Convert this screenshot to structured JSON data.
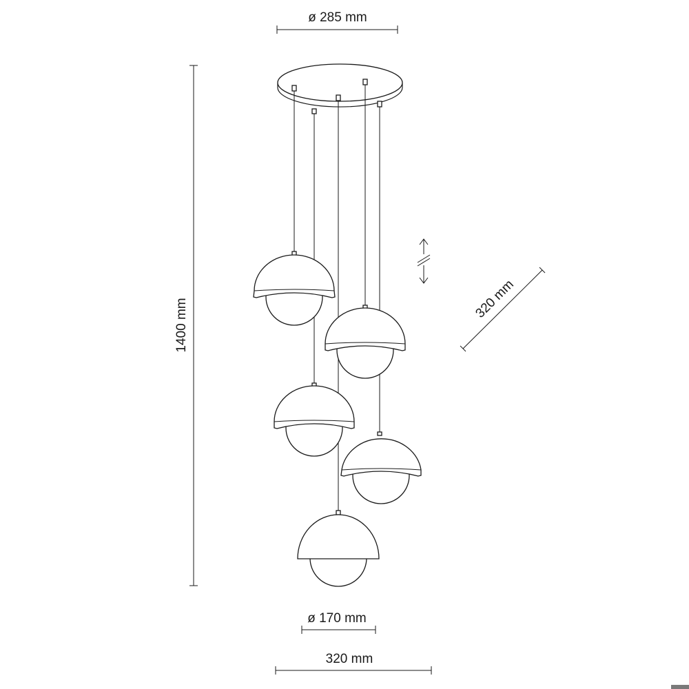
{
  "dimensions": {
    "canopy_diameter": "ø 285 mm",
    "total_height": "1400 mm",
    "shade_diameter": "ø 170 mm",
    "total_width": "320 mm",
    "depth": "320 mm"
  },
  "colors": {
    "line": "#1a1a1a",
    "background": "#ffffff"
  },
  "icons": {
    "adjustable_height": "double-arrow-with-break-icon"
  }
}
